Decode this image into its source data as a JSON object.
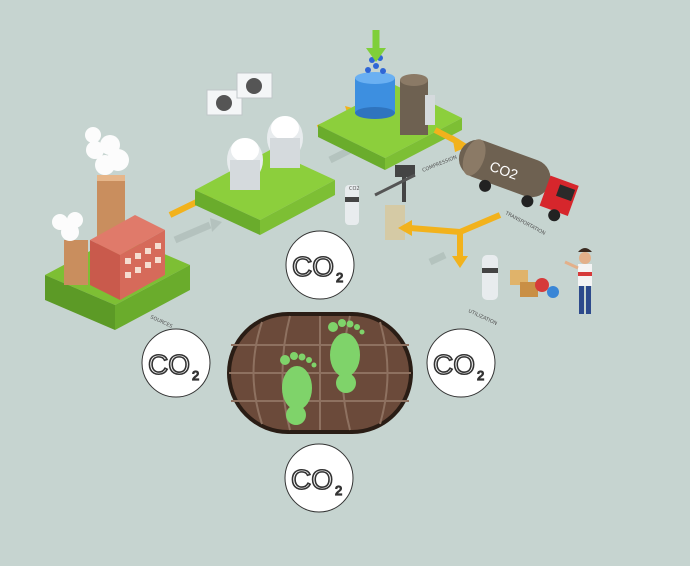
{
  "diagram": {
    "labels": {
      "sources": "SOURCES",
      "compression": "COMPRESSION",
      "transportation": "TRANSPORTATION",
      "utilization": "UTILIZATION"
    },
    "truck_tank_label": "CO2",
    "tank_label": "CO2",
    "badge": {
      "main": "CO",
      "sub": "2"
    },
    "colors": {
      "background": "#c6d4d0",
      "platform_green": "#8ccf3c",
      "arrow_yellow": "#f2b21c",
      "footprint_green": "#7fd36a",
      "globe_brown": "#6b4a3a",
      "truck_red": "#d6262c"
    },
    "icons": [
      "footprint-icon",
      "globe-icon",
      "factory-icon",
      "truck-icon",
      "person-icon"
    ]
  }
}
